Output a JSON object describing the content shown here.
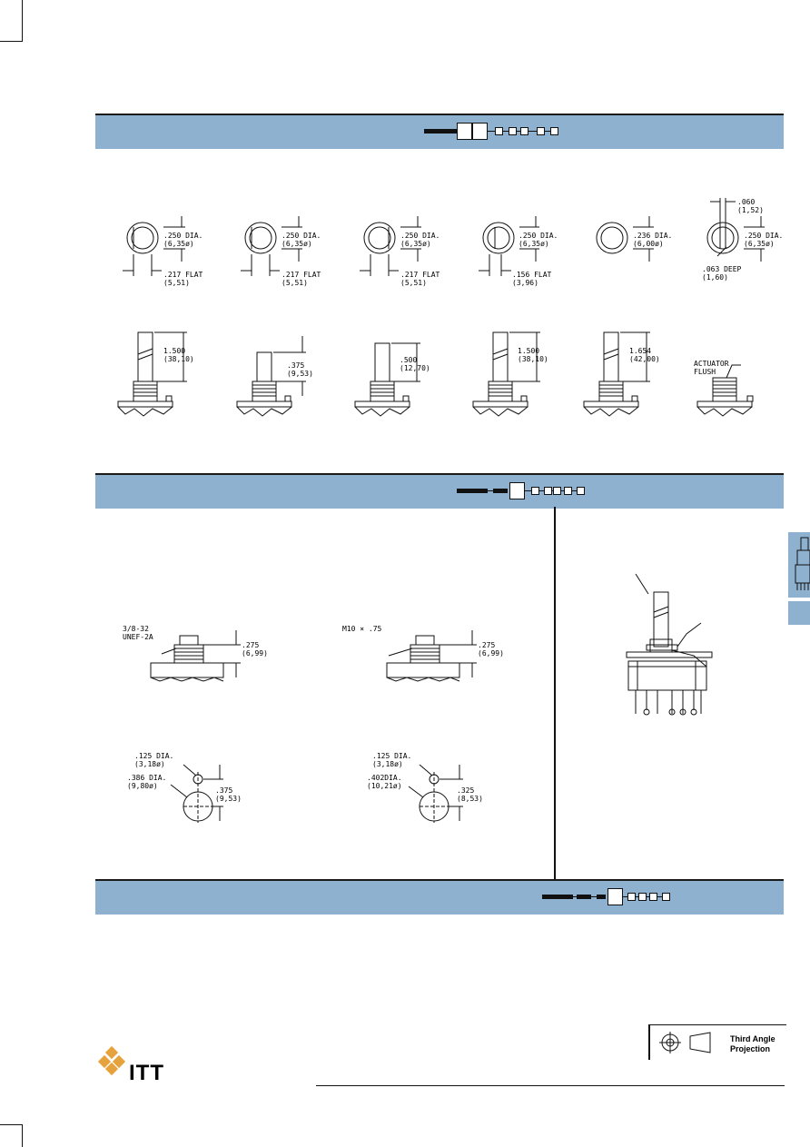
{
  "page": {
    "width": 892,
    "height": 1263
  },
  "colors": {
    "band": "#8fb1d0",
    "ink": "#111111",
    "logo": "#e6a23c"
  },
  "shaft_ends": [
    {
      "dia": ".250 DIA.",
      "dia_mm": "(6,35ø)",
      "flat": ".217 FLAT",
      "flat_mm": "(5,51)"
    },
    {
      "dia": ".250 DIA.",
      "dia_mm": "(6,35ø)",
      "flat": ".217 FLAT",
      "flat_mm": "(5,51)"
    },
    {
      "dia": ".250 DIA.",
      "dia_mm": "(6,35ø)",
      "flat": ".217 FLAT",
      "flat_mm": "(5,51)"
    },
    {
      "dia": ".250 DIA.",
      "dia_mm": "(6,35ø)",
      "flat": ".156 FLAT",
      "flat_mm": "(3,96)"
    },
    {
      "dia": ".236 DIA.",
      "dia_mm": "(6,00ø)",
      "flat": "",
      "flat_mm": ""
    },
    {
      "dia": ".250 DIA.",
      "dia_mm": "(6,35ø)",
      "top": ".060",
      "top_mm": "(1,52)",
      "deep": ".063 DEEP",
      "deep_mm": "(1,60)"
    }
  ],
  "shaft_lengths": [
    {
      "len": "1.500",
      "len_mm": "(38,10)"
    },
    {
      "len": ".375",
      "len_mm": "(9,53)"
    },
    {
      "len": ".500",
      "len_mm": "(12,70)"
    },
    {
      "len": "1.500",
      "len_mm": "(38,10)"
    },
    {
      "len": "1.654",
      "len_mm": "(42,00)"
    },
    {
      "len": "ACTUATOR",
      "len_mm": "FLUSH"
    }
  ],
  "bushings": [
    {
      "thread": "3/8-32",
      "thread2": "UNEF-2A",
      "h": ".275",
      "h_mm": "(6,99)"
    },
    {
      "thread": "M10 × .75",
      "thread2": "",
      "h": ".275",
      "h_mm": "(6,99)"
    }
  ],
  "panel_cutouts": [
    {
      "small": ".125 DIA.",
      "small_mm": "(3,18ø)",
      "big": ".386 DIA.",
      "big_mm": "(9,80ø)",
      "off": ".375",
      "off_mm": "(9,53)"
    },
    {
      "small": ".125 DIA.",
      "small_mm": "(3,18ø)",
      "big": ".402DIA.",
      "big_mm": "(10,21ø)",
      "off": ".325",
      "off_mm": "(8,53)"
    }
  ],
  "projection": {
    "line1": "Third Angle",
    "line2": "Projection"
  },
  "logo": {
    "text": "ITT"
  }
}
